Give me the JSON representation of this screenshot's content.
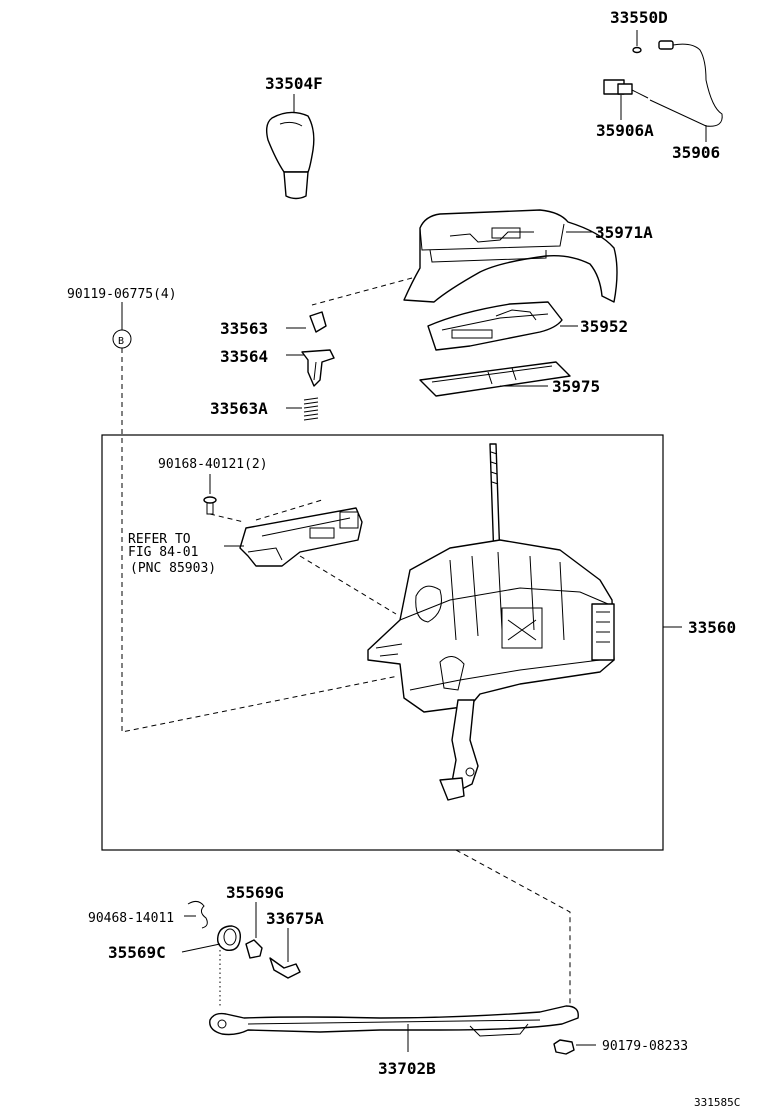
{
  "labels": {
    "p33550D": "33550D",
    "p33504F": "33504F",
    "p35906A": "35906A",
    "p35906": "35906",
    "p35971A": "35971A",
    "p90119": "90119-06775(4)",
    "callout_b": "B",
    "p33563": "33563",
    "p35952": "35952",
    "p33564": "33564",
    "p35975": "35975",
    "p33563A": "33563A",
    "p90168": "90168-40121(2)",
    "refer_line1": "REFER TO",
    "refer_line2": "FIG 84-01",
    "refer_line3": "(PNC 85903)",
    "p33560": "33560",
    "p35569G": "35569G",
    "p90468": "90468-14011",
    "p33675A": "33675A",
    "p35569C": "35569C",
    "p90179": "90179-08233",
    "p33702B": "33702B",
    "figure_code": "331585C"
  }
}
